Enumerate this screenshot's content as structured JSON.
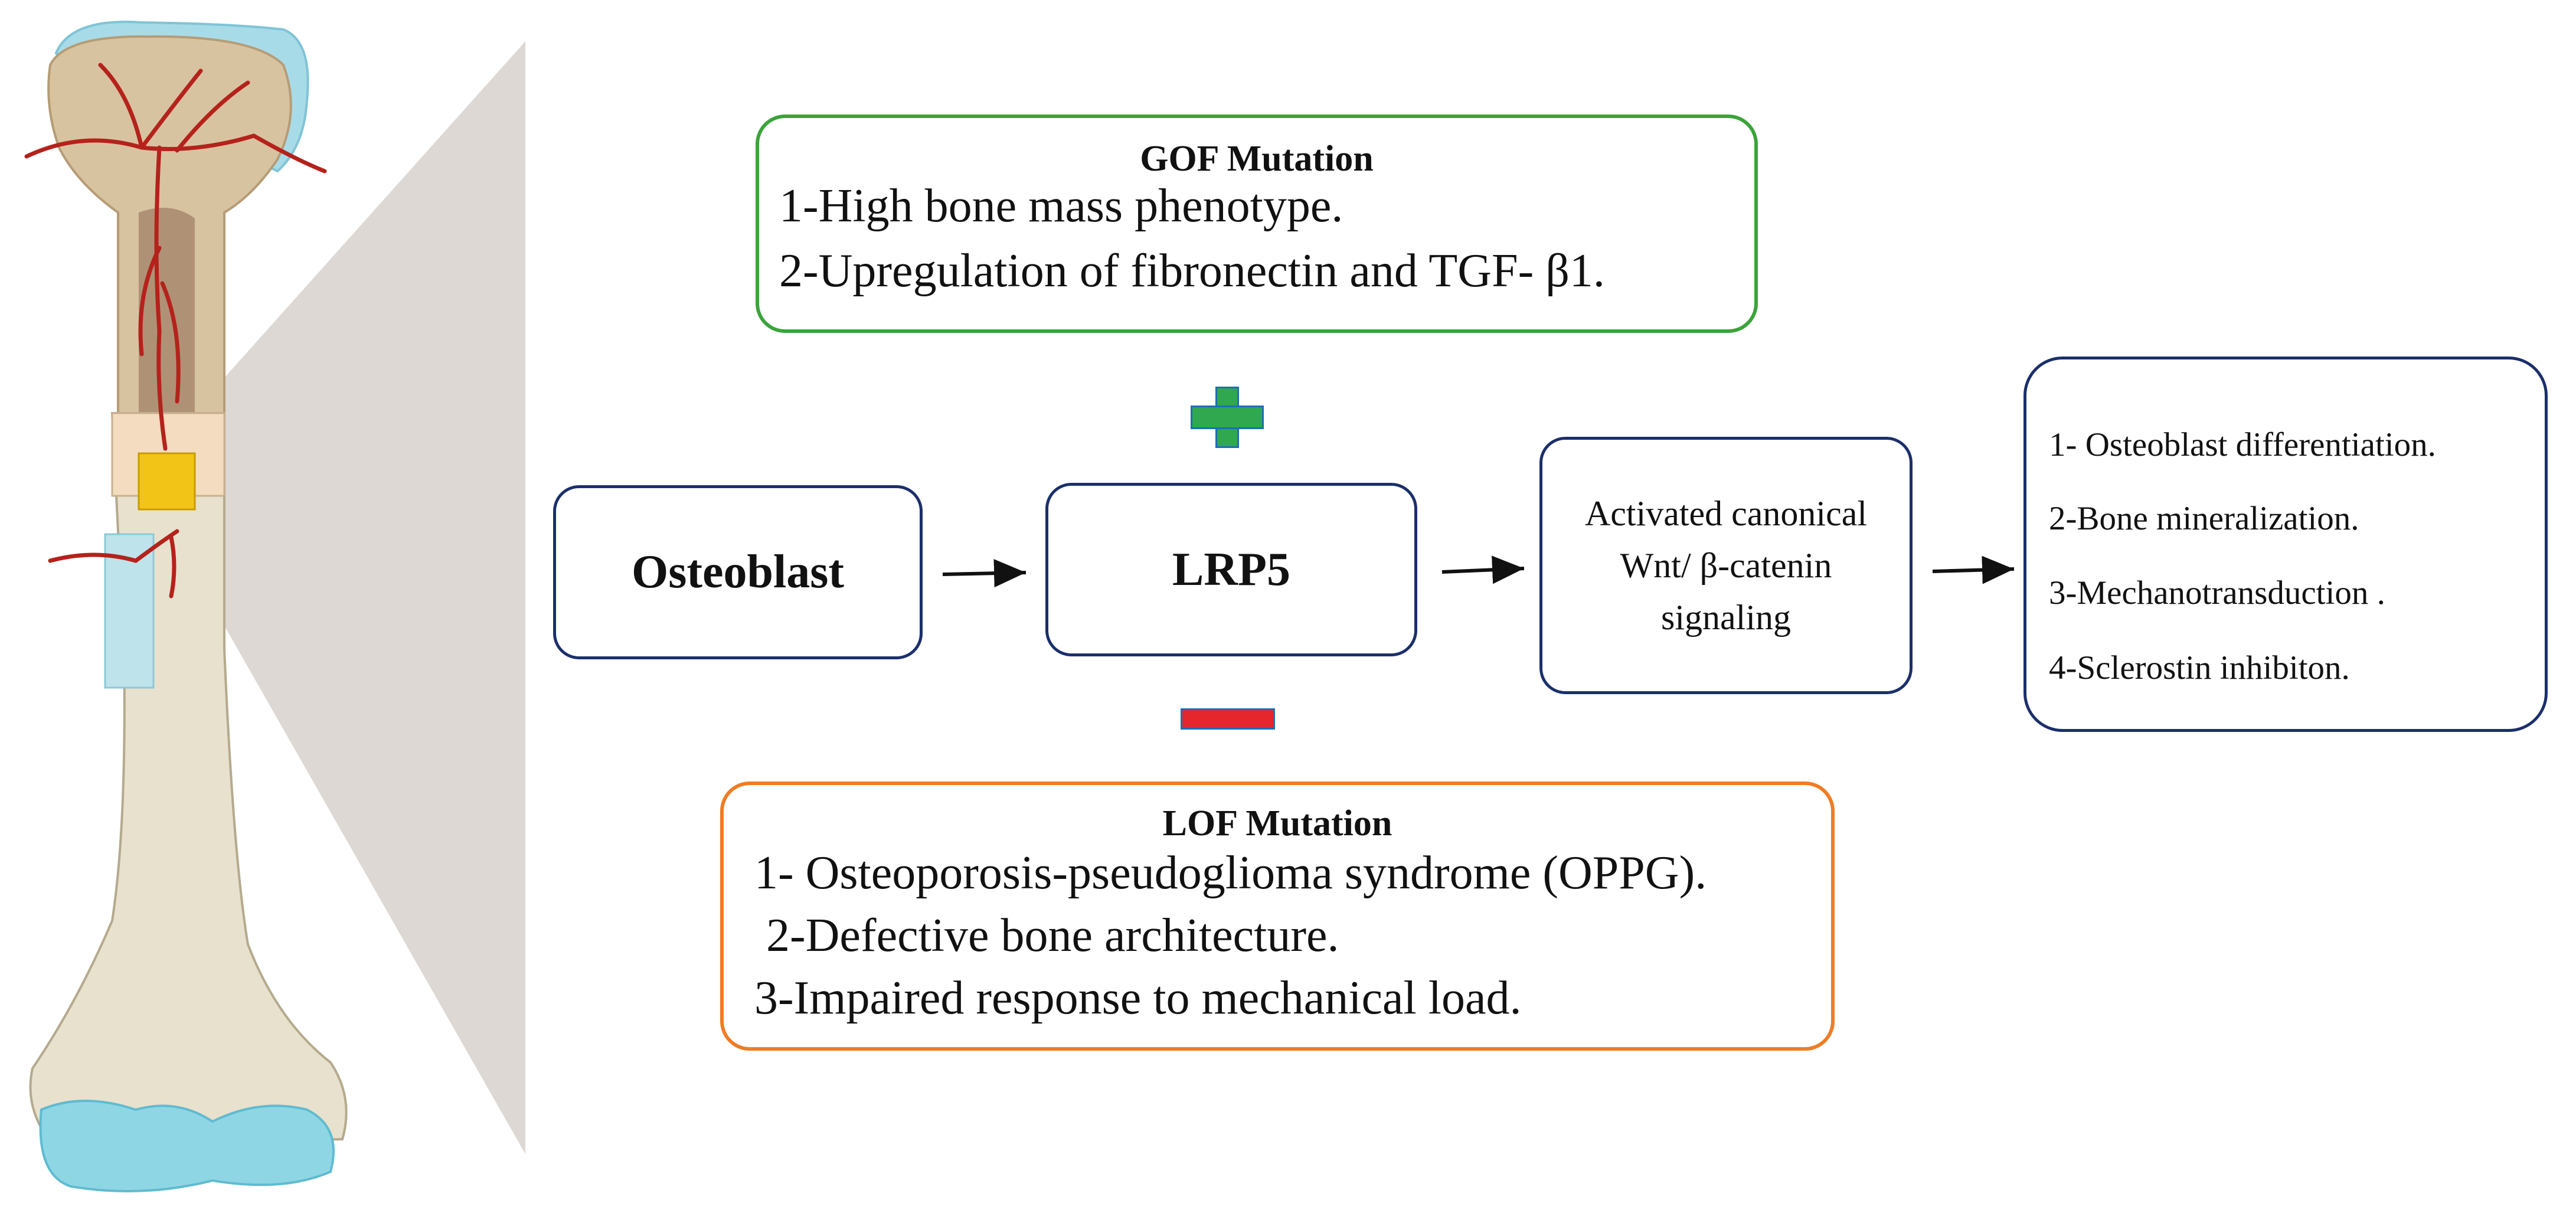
{
  "gof": {
    "title": "GOF Mutation",
    "items": [
      "1-High bone mass phenotype.",
      "2-Upregulation of fibronectin and TGF- β1."
    ]
  },
  "lof": {
    "title": "LOF Mutation",
    "items": [
      "1- Osteoporosis-pseudoglioma syndrome (OPPG).",
      " 2-Defective bone architecture.",
      "3-Impaired response to mechanical load."
    ]
  },
  "pathway": {
    "osteoblast": "Osteoblast",
    "lrp5": "LRP5",
    "wnt": [
      "Activated canonical",
      "Wnt/ β-catenin",
      "signaling"
    ]
  },
  "outcomes": [
    "1- Osteoblast differentiation.",
    "2-Bone mineralization.",
    "3-Mechanotransduction .",
    "4-Sclerostin inhibiton."
  ],
  "colors": {
    "navy": "#1b2f6b",
    "gof_green": "#3aa43a",
    "lof_orange": "#f07c22",
    "plus_green": "#2fa84f",
    "minus_red": "#e5262d",
    "bone": "#e8e1cd",
    "vessel": "#b5221c"
  }
}
